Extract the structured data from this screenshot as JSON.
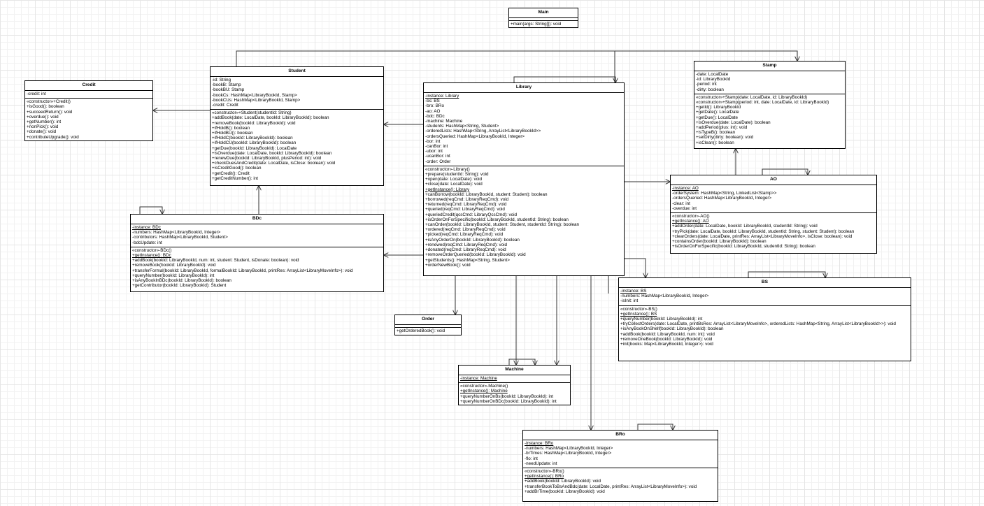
{
  "classes": {
    "main": {
      "name": "Main",
      "fields": [],
      "methods": [
        "+main(args: String[]): void"
      ]
    },
    "credit": {
      "name": "Credit",
      "fields": [
        "-credit: int"
      ],
      "methods": [
        "«constructor»+Credit()",
        "+isGood(): boolean",
        "+succeedReturn(): void",
        "+overdue(): void",
        "+getNumber(): int",
        "+nonPick(): void",
        "+donate(): void",
        "+contributeUpgrade(): void"
      ]
    },
    "student": {
      "name": "Student",
      "fields": [
        "-id: String",
        "-bookB: Stamp",
        "-bookBU: Stamp",
        "-bookCs: HashMap<LibraryBookId, Stamp>",
        "-bookCUs: HashMap<LibraryBookId, Stamp>",
        "-credit: Credit"
      ],
      "methods": [
        "«constructor»+Student(studentId: String)",
        "+addBook(date: LocalDate, bookId: LibraryBookId): boolean",
        "+removeBook(bookId: LibraryBookId): void",
        "+ifHoldB(): boolean",
        "+ifHoldBU(): boolean",
        "+ifHoldC(bookId: LibraryBookId): boolean",
        "+ifHoldCU(bookId: LibraryBookId): boolean",
        "+getDue(bookId: LibraryBookId): LocalDate",
        "+isOverdue(date: LocalDate, bookId: LibraryBookId): boolean",
        "+renewDue(bookId: LibraryBookId, plusPeriod: int): void",
        "+checkDuesAndCredit(date: LocalDate, isClose: boolean): void",
        "+isCreditGood(): boolean",
        "+getCredit(): Credit",
        "+getCreditNumber(): int"
      ]
    },
    "library": {
      "name": "Library",
      "fields": [
        "-instance: Library",
        "-bs: BS",
        "-bro: BRo",
        "-ao: AO",
        "-bdc: BDc",
        "-machine: Machine",
        "-students: HashMap<String, Student>",
        "-orderedLists: HashMap<String, ArrayList<LibraryBookId>>",
        "-ordersQueried: HashMap<LibraryBookId, Integer>",
        "-bor: int",
        "-canBor: int",
        "-ubor: int",
        "-ucanBor: int",
        "-order: Order"
      ],
      "methods": [
        "«constructor»-Library()",
        "+prepare(studentId: String): void",
        "+open(date: LocalDate): void",
        "+close(date: LocalDate): void",
        "+getInstance(): Library",
        "+canBorrow(bookId: LibraryBookId, student: Student): boolean",
        "+borrowed(reqCmd: LibraryReqCmd): void",
        "+returned(reqCmd: LibraryReqCmd): void",
        "+queried(reqCmd: LibraryReqCmd): void",
        "+queriedCredit(qcsCmd: LibraryQcsCmd): void",
        "+isOrderOnForSpecific(bookId: LibraryBookId, studentId: String): boolean",
        "+canOrder(bookId: LibraryBookId, student: Student, studentId: String): boolean",
        "+ordered(reqCmd: LibraryReqCmd): void",
        "+picked(reqCmd: LibraryReqCmd): void",
        "+isAnyOrderOn(bookId: LibraryBookId): boolean",
        "+renewed(reqCmd: LibraryReqCmd): void",
        "+donated(reqCmd: LibraryReqCmd): void",
        "+removeOrderQueried(bookId: LibraryBookId): void",
        "+getStudents(): HashMap<String, Student>",
        "+orderNewBook(): void"
      ]
    },
    "stamp": {
      "name": "Stamp",
      "fields": [
        "-date: LocalDate",
        "-id: LibraryBookId",
        "-period: int",
        "-dirty: boolean"
      ],
      "methods": [
        "«constructor»+Stamp(date: LocalDate, id: LibraryBookId)",
        "«constructor»+Stamp(period: int, date: LocalDate, id: LibraryBookId)",
        "+getId(): LibraryBookId",
        "+getDate(): LocalDate",
        "+getDue(): LocalDate",
        "+isOverdue(date: LocalDate): boolean",
        "+addPeriod(plus: int): void",
        "+isTypeB(): boolean",
        "+setDirty(dirty: boolean): void",
        "+isClean(): boolean"
      ]
    },
    "ao": {
      "name": "AO",
      "fields": [
        "-instance: AO",
        "-orderSystem: HashMap<String, LinkedList<Stamp>>",
        "-ordersQueried: HashMap<LibraryBookId, Integer>",
        "-clear: int",
        "-overdue: int"
      ],
      "methods": [
        "«constructor»-AO()",
        "+getInstance(): AO",
        "+addOrder(date: LocalDate, bookId: LibraryBookId, studentId: String): void",
        "+tryPick(date: LocalDate, bookId: LibraryBookId, studentId: String, student: Student): boolean",
        "+clearOrders(date: LocalDate, printRes: ArrayList<LibraryMoveInfo>, isClose: boolean): void",
        "+containsOrder(bookId: LibraryBookId): boolean",
        "+isOrderOnForSpecific(bookId: LibraryBookId, studentId: String): boolean"
      ]
    },
    "bdc": {
      "name": "BDc",
      "fields": [
        "-instance: BDc",
        "-numbers: HashMap<LibraryBookId, Integer>",
        "-contributors: HashMap<LibraryBookId, Student>",
        "-bdcUpdate: int"
      ],
      "methods": [
        "«constructor»-BDc()",
        "+getInstance(): BDc",
        "+addBook(bookId: LibraryBookId, num: int, student: Student, isDonate: boolean): void",
        "+removeBook(bookId: LibraryBookId): void",
        "+transferFormal(bookId: LibraryBookId, formalBookId: LibraryBookId, printRes:  ArrayList<LibraryMoveInfo>): void",
        "+queryNumber(bookId: LibraryBookId): int",
        "+isAnyBookInBDc(bookId: LibraryBookId): boolean",
        "+getContributor(bookId: LibraryBookId): Student"
      ]
    },
    "bs": {
      "name": "BS",
      "fields": [
        "-instance: BS",
        "-numbers: HashMap<LibraryBookId, Integer>",
        "-isInit: int"
      ],
      "methods": [
        "«constructor»-BS()",
        "+getInstance(): BS",
        "+queryNumber(bookId: LibraryBookId): int",
        "+tryCollectOrders(date: LocalDate, printBsRes:  ArrayList<LibraryMoveInfo>, orderedLists: HashMap<String, ArrayList<LibraryBookId>>): void",
        "+isAnyBookOnShelf(bookId: LibraryBookId): boolean",
        "+addBook(bookId: LibraryBookId, num: int): void",
        "+removeOneBook(bookId: LibraryBookId): void",
        "+init(books: Map<LibraryBookId, Integer>): void"
      ]
    },
    "order": {
      "name": "Order",
      "fields": [],
      "methods": [
        "+getOrderedBook(): void"
      ]
    },
    "machine": {
      "name": "Machine",
      "fields": [
        "-instance: Machine"
      ],
      "methods": [
        "«constructor»-Machine()",
        "+getInstance(): Machine",
        "+queryNumberOnBs(bookId: LibraryBookId): int",
        "+queryNumberOnBDc(bookId: LibraryBookId): int"
      ]
    },
    "bro": {
      "name": "BRo",
      "fields": [
        "-instance: BRo",
        "-numbers: HashMap<LibraryBookId, Integer>",
        "-brTimes: HashMap<LibraryBookId, Integer>",
        "-flo: int",
        "-needUpdate: int"
      ],
      "methods": [
        "«constructor»-BRo()",
        "+getInstance(): BRo",
        "+addBook(bookId: LibraryBookId): void",
        "+transferBookToBsAndBdc(date: LocalDate, printRes:  ArrayList<LibraryMoveInfo>): void",
        "+addBrTime(bookId: LibraryBookId): void"
      ]
    }
  }
}
